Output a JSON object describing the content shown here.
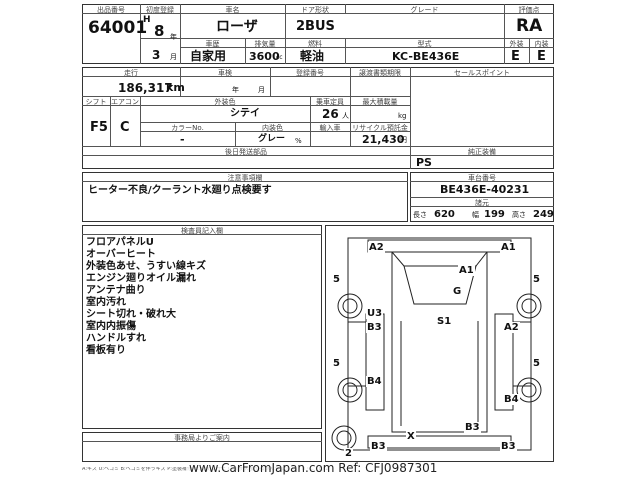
{
  "headers": {
    "lot": "出品番号",
    "year": "初度登録",
    "car_name": "車名",
    "doors": "ドア形状",
    "grade": "グレード",
    "score": "評価点",
    "type_h": "車歴",
    "displacement": "排気量",
    "fuel": "燃料",
    "model": "型式",
    "exterior": "外装",
    "interior": "内装",
    "mileage": "走行",
    "inspection": "車検",
    "reg_no": "登録番号",
    "transfer": "譲渡書類期限",
    "sales_point": "セールスポイント",
    "shift": "シフト",
    "aircon": "エアコン",
    "color": "外装色",
    "capacity": "乗車定員",
    "max_load": "最大積載量",
    "color_no": "カラーNo.",
    "int_color": "内装色",
    "import": "輸入車",
    "recycle": "リサイクル預託金",
    "rear_parts": "後日発送部品",
    "equipment": "純正装備",
    "notes": "注意事項欄",
    "chassis": "車台番号",
    "dims": "諸元",
    "inspector": "検査員記入欄",
    "office": "事務局よりご案内"
  },
  "header_values": {
    "lot": "64001",
    "era": "H",
    "year": "8",
    "month": "3",
    "month_unit": "月",
    "year_unit": "年",
    "car_name": "ローザ",
    "doors": "2BUS",
    "grade": "",
    "score": "RA",
    "usage": "自家用",
    "displacement": "3600",
    "cc": "cc",
    "fuel": "軽油",
    "model": "KC-BE436E",
    "exterior": "E",
    "interior": "E"
  },
  "mid_values": {
    "mileage": "186,317",
    "km": "km",
    "insp_year_unit": "年",
    "insp_month_unit": "月",
    "shift": "F5",
    "aircon": "C",
    "color": "シテイ",
    "capacity": "26",
    "person_unit": "人",
    "kg": "kg",
    "color_no": "-",
    "int_color": "グレー",
    "percent": "%",
    "recycle": "21,430",
    "yen": "円",
    "equipment": "PS"
  },
  "notes": {
    "text": "ヒーター不良/クーラント水廻り点検要す",
    "chassis": "BE436E-40231"
  },
  "dims": {
    "len_label": "長さ",
    "len": "620",
    "wid_label": "幅",
    "wid": "199",
    "hgt_label": "高さ",
    "hgt": "249"
  },
  "inspector_notes": [
    "フロアパネルU",
    "オーバーヒート",
    "外装色あせ、うすい線キズ",
    "エンジン廻りオイル漏れ",
    "アンテナ曲り",
    "室内汚れ",
    "シート切れ・破れ大",
    "室内内振傷",
    "ハンドルすれ",
    "看板有り"
  ],
  "damage_map": {
    "labels": [
      "A2",
      "A1",
      "A1",
      "G",
      "S1",
      "U3",
      "B3",
      "A2",
      "B4",
      "B4",
      "B3",
      "X",
      "B3",
      "B3",
      "5",
      "5",
      "5",
      "5",
      "2"
    ]
  },
  "footer": {
    "legend": "A:キズ U:ヘコミ B:ヘコミを伴うキズ P:塗装補修 W:波板 S:サビ C:腐食 X:要交換 XX:交換済 (A・B・C・E) 2",
    "watermark": "www.CarFromJapan.com Ref: CFJ0987301"
  }
}
